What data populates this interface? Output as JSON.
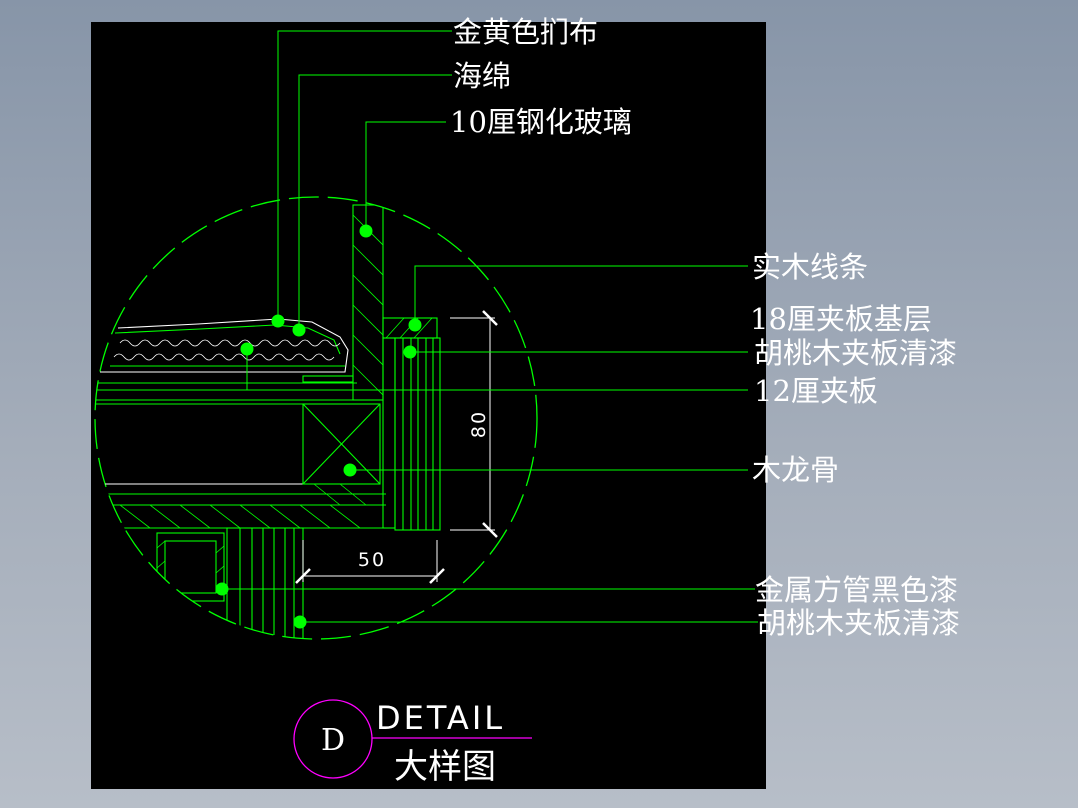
{
  "colors": {
    "canvas": "#000000",
    "line": "#00ff00",
    "marker": "#00ff00",
    "white": "#ffffff",
    "bubble": "#ff00ff"
  },
  "labels": {
    "fabric": "金黄色扪布",
    "sponge": "海绵",
    "glass": "10厘钢化玻璃",
    "wood_strip": "实木线条",
    "plywood_base": "18厘夹板基层",
    "walnut_1": "胡桃木夹板清漆",
    "plywood_12": "12厘夹板",
    "keel": "木龙骨",
    "metal_tube": "金属方管黑色漆",
    "walnut_2": "胡桃木夹板清漆"
  },
  "dimensions": {
    "height": "80",
    "width": "50"
  },
  "detail": {
    "tag": "D",
    "title_en": "DETAIL",
    "title_cn": "大样图"
  }
}
